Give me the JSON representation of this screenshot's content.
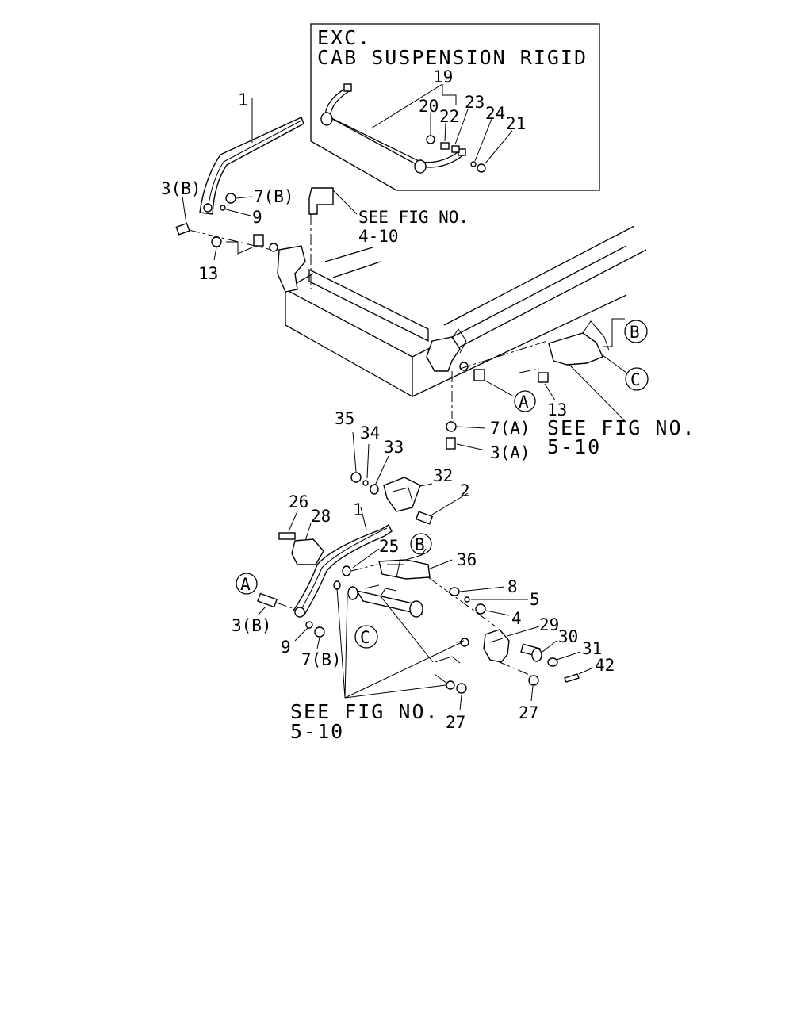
{
  "inset": {
    "line1": "EXC.",
    "line2": "CAB SUSPENSION RIGID"
  },
  "refs": {
    "fig_4_10_a": "SEE FIG NO.",
    "fig_4_10_b": "4-10",
    "fig_5_10_top_a": "SEE FIG NO.",
    "fig_5_10_top_b": "5-10",
    "fig_5_10_bot_a": "SEE FIG NO.",
    "fig_5_10_bot_b": "5-10"
  },
  "markers": {
    "A": "A",
    "B": "B",
    "C": "C"
  },
  "callouts": {
    "p19": "19",
    "p20": "20",
    "p22": "22",
    "p23": "23",
    "p24": "24",
    "p21": "21",
    "p1_top": "1",
    "p3B_top": "3(B)",
    "p7B_top": "7(B)",
    "p9_top": "9",
    "p13_left": "13",
    "p13_right": "13",
    "p7A": "7(A)",
    "p3A": "3(A)",
    "p35": "35",
    "p34": "34",
    "p33": "33",
    "p32": "32",
    "p2": "2",
    "p26": "26",
    "p28": "28",
    "p1_bot": "1",
    "p25": "25",
    "p36": "36",
    "p8": "8",
    "p5": "5",
    "p4": "4",
    "p29": "29",
    "p30": "30",
    "p31": "31",
    "p42": "42",
    "p3B_bot": "3(B)",
    "p9_bot": "9",
    "p7B_bot": "7(B)",
    "p27_left": "27",
    "p27_right": "27"
  }
}
